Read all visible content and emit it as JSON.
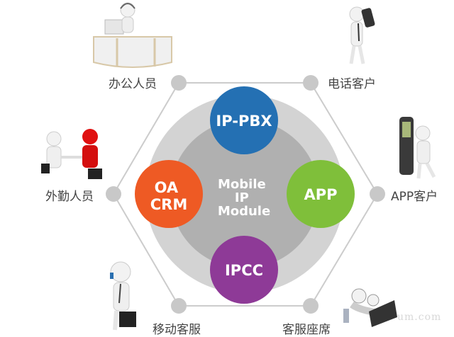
{
  "title": "Mobile IP Module",
  "center": {
    "lines": [
      "Mobile",
      "IP",
      "Module"
    ],
    "outer_ring_color": "#d3d3d3",
    "inner_disc_color": "#b0b0b0",
    "text_color": "#ffffff"
  },
  "modules": [
    {
      "id": "ip-pbx",
      "lines": [
        "IP-PBX"
      ],
      "color": "#2470b3",
      "position": "top"
    },
    {
      "id": "oa-crm",
      "lines": [
        "OA",
        "CRM"
      ],
      "color": "#ee5a24",
      "position": "left"
    },
    {
      "id": "app",
      "lines": [
        "APP"
      ],
      "color": "#7fbf3a",
      "position": "right"
    },
    {
      "id": "ipcc",
      "lines": [
        "IPCC"
      ],
      "color": "#8e3a97",
      "position": "bottom"
    }
  ],
  "hexagon": {
    "line_color": "#cccccc",
    "node_color": "#c8c8c8"
  },
  "endpoints": [
    {
      "id": "office-staff",
      "label": "办公人员",
      "icon": "reception-desk-agent-icon",
      "position": "top-left"
    },
    {
      "id": "phone-customer",
      "label": "电话客户",
      "icon": "person-with-phone-icon",
      "position": "top-right"
    },
    {
      "id": "field-staff",
      "label": "外勤人员",
      "icon": "handshake-businessmen-icon",
      "position": "left"
    },
    {
      "id": "app-customer",
      "label": "APP客户",
      "icon": "person-with-mobile-app-icon",
      "position": "right"
    },
    {
      "id": "mobile-service",
      "label": "移动客服",
      "icon": "businessman-on-phone-icon",
      "position": "bottom-left"
    },
    {
      "id": "service-seats",
      "label": "客服座席",
      "icon": "call-center-agents-icon",
      "position": "bottom-right"
    }
  ],
  "watermark": "um.com"
}
